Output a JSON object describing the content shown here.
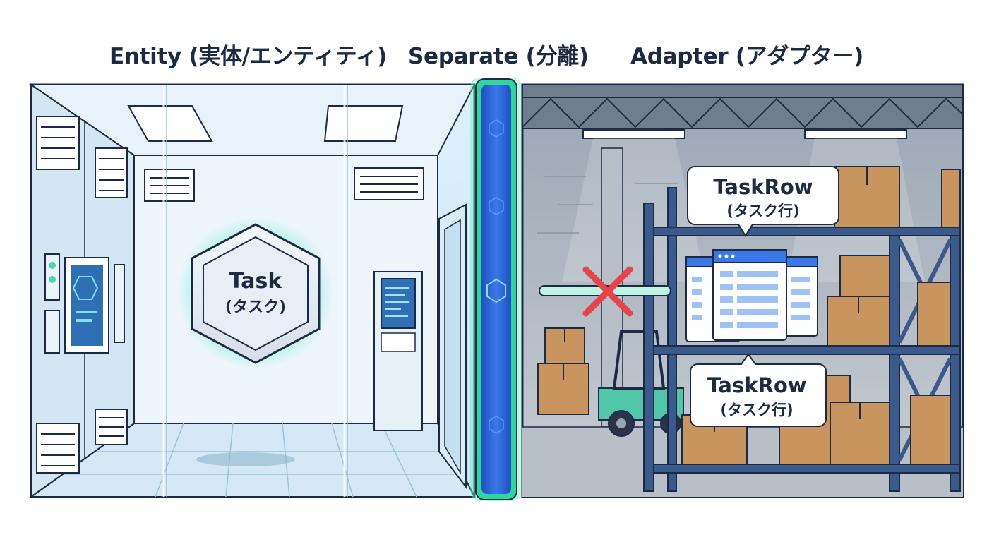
{
  "headings": {
    "entity": "Entity (実体/エンティティ)",
    "separate": "Separate (分離)",
    "adapter": "Adapter (アダプター)"
  },
  "entity_object": {
    "title": "Task",
    "subtitle": "(タスク)"
  },
  "adapter_labels": {
    "upper": {
      "title": "TaskRow",
      "subtitle": "(タスク行)"
    },
    "lower": {
      "title": "TaskRow",
      "subtitle": "(タスク行)"
    }
  },
  "icons": {
    "blocked": "red-x-icon",
    "shape": "hexagon-icon"
  },
  "colors": {
    "outline": "#1d2a44",
    "separator_glow": "#4fe3b0",
    "separator_core": "#2a5fd6",
    "block_mark": "#e8434b",
    "box": "#c8955e",
    "shelf": "#3a5a8c"
  }
}
